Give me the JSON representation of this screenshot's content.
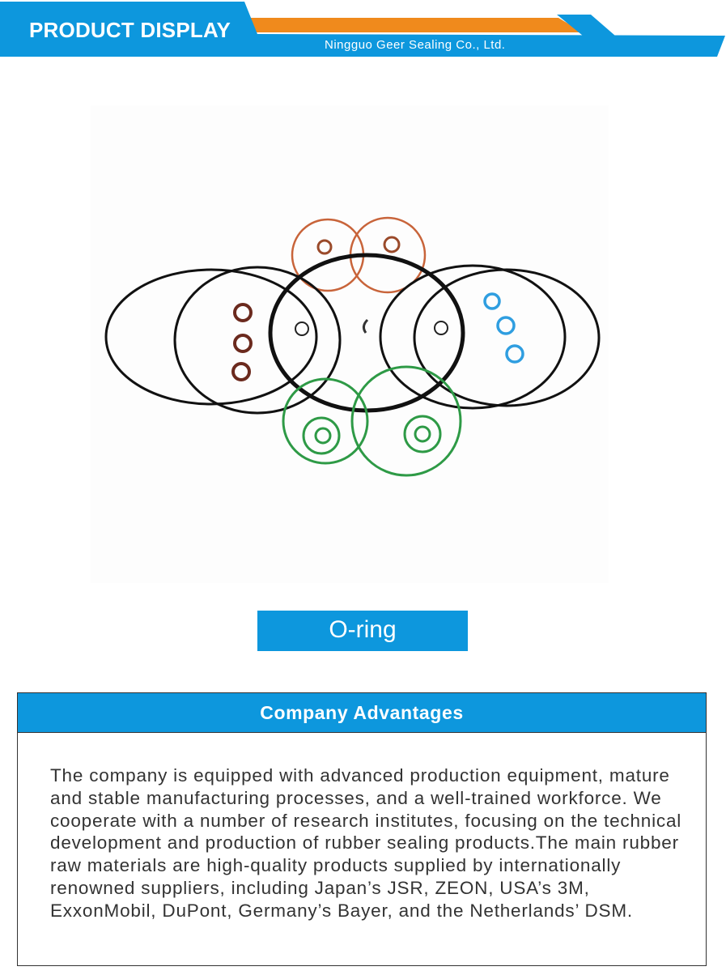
{
  "banner": {
    "title": "PRODUCT DISPLAY",
    "company": "Ningguo Geer Sealing Co., Ltd.",
    "colors": {
      "primary": "#0d97dd",
      "accent": "#f08a1c"
    }
  },
  "product": {
    "image": "o-ring assortment photo (black, orange, brown, blue, green rings)",
    "caption": "O-ring"
  },
  "advantages": {
    "heading": "Company Advantages",
    "body": "The company is equipped with advanced production equipment, mature and stable manufacturing processes, and a well-trained workforce. We cooperate with a number of research institutes, focusing on the technical development and production of rubber sealing products.The main rubber raw materials are high-quality products supplied by internationally renowned suppliers, including Japan’s JSR, ZEON, USA’s 3M, ExxonMobil, DuPont, Germany’s Bayer, and the Netherlands’ DSM."
  }
}
